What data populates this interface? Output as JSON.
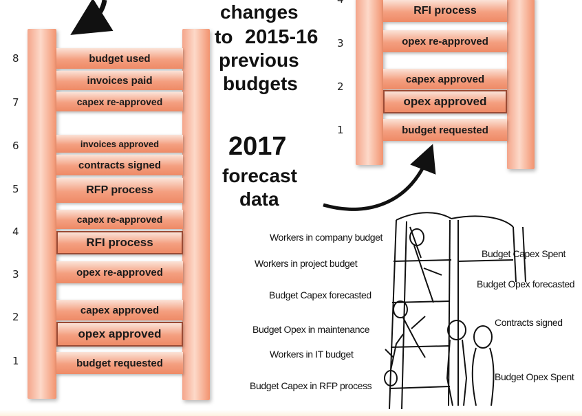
{
  "left_ladder": {
    "levels": [
      "8",
      "7",
      "6",
      "5",
      "4",
      "3",
      "2",
      "1"
    ],
    "rungs": [
      {
        "label": "budget used"
      },
      {
        "label": "invoices paid"
      },
      {
        "label": "capex re-approved"
      },
      {
        "label": "invoices approved"
      },
      {
        "label": "contracts signed"
      },
      {
        "label": "RFP process"
      },
      {
        "label": "capex re-approved"
      },
      {
        "label": "RFI process"
      },
      {
        "label": "opex re-approved"
      },
      {
        "label": "capex approved"
      },
      {
        "label": "opex approved"
      },
      {
        "label": "budget requested"
      }
    ]
  },
  "right_ladder": {
    "levels": [
      "4",
      "3",
      "2",
      "1"
    ],
    "rungs": [
      {
        "label": "RFI process"
      },
      {
        "label": "opex re-approved"
      },
      {
        "label": "capex approved"
      },
      {
        "label": "opex approved"
      },
      {
        "label": "budget requested"
      }
    ]
  },
  "center_text": {
    "line1": "changes",
    "line2_a": "to",
    "line2_b": "2015-16",
    "line3": "previous",
    "line4": "budgets",
    "year": "2017",
    "forecast_line1": "forecast",
    "forecast_line2": "data"
  },
  "illustration_labels": [
    "Workers in company budget",
    "Workers in project budget",
    "Budget Capex forecasted",
    "Budget Opex in maintenance",
    "Workers in IT budget",
    "Budget Capex in RFP process",
    "Budget Capex Spent",
    "Budget Opex forecasted",
    "Contracts signed",
    "Budget Opex Spent"
  ]
}
